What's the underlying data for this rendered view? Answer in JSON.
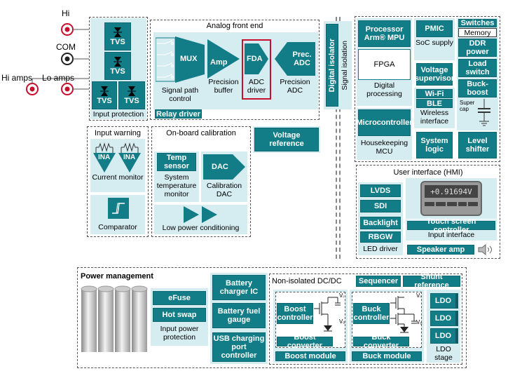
{
  "terminals": {
    "hi": "Hi",
    "com": "COM",
    "hi_amps": "Hi amps",
    "lo_amps": "Lo amps"
  },
  "input_protection": {
    "tvs": "TVS",
    "caption": "Input protection"
  },
  "afe": {
    "title": "Analog front end",
    "mux": "MUX",
    "signal_path_control": "Signal path control",
    "amp": "Amp",
    "precision_buffer": "Precision buffer",
    "fda": "FDA",
    "adc_driver": "ADC driver",
    "prec_adc": "Prec. ADC",
    "precision_adc": "Precision ADC",
    "relay_driver": "Relay driver"
  },
  "input_warning": {
    "title": "Input warning",
    "ina": "INA",
    "current_monitor": "Current monitor",
    "comparator": "Comparator"
  },
  "onboard_cal": {
    "title": "On-board calibration",
    "temp_sensor": "Temp sensor",
    "system_temp_monitor": "System temperature monitor",
    "dac": "DAC",
    "calibration_dac": "Calibration DAC",
    "low_power": "Low power conditioning"
  },
  "voltage_reference": "Voltage reference",
  "digital_isolator": "Digital isolator",
  "signal_isolation": "Signal isolation",
  "processor": {
    "name": "Processor Arm® MPU",
    "fpga": "FPGA",
    "caption": "Digital processing"
  },
  "pmic": {
    "name": "PMIC",
    "caption": "SoC supply"
  },
  "voltage_supervisor": "Voltage supervisor",
  "wireless": {
    "wifi": "Wi-Fi",
    "ble": "BLE",
    "caption": "Wireless interface"
  },
  "switches": "Switches",
  "memory": "Memory",
  "ddr_power": "DDR power",
  "load_switch": "Load switch",
  "buck_boost": "Buck-boost",
  "super_cap": "Super cap",
  "mcu": {
    "name": "Microcontroller",
    "caption": "Housekeeping MCU"
  },
  "system_logic": "System logic",
  "level_shifter": "Level shifter",
  "hmi": {
    "title": "User interface (HMI)",
    "display": "+0.91694V",
    "lvds": "LVDS",
    "sdi": "SDI",
    "backlight": "Backlight",
    "rbgw": "RBGW",
    "led_driver": "LED driver",
    "touch": "Touch screen controller",
    "input_interface": "Input interface",
    "speaker_amp": "Speaker amp"
  },
  "power": {
    "title": "Power management",
    "efuse": "eFuse",
    "hot_swap": "Hot swap",
    "input_power_protection": "Input power protection",
    "battery_charger": "Battery charger IC",
    "battery_fuel": "Battery fuel gauge",
    "usb_charging": "USB charging port controller",
    "non_isolated": "Non-isolated DC/DC",
    "sequencer": "Sequencer",
    "shunt_reference": "Shunt reference",
    "boost_controller": "Boost controller",
    "boost_converter": "Boost converter",
    "boost_module": "Boost module",
    "buck_controller": "Buck controller",
    "buck_converter": "Buck converter",
    "buck_module": "Buck module",
    "ldo": "LDO",
    "ldo_stage": "LDO stage",
    "vin": "Vᵢ",
    "vo": "Vₒ"
  },
  "colors": {
    "block": "#137d87",
    "pane": "#d5ecf1",
    "highlight": "#c8102e",
    "terminal": "#c8102e"
  }
}
